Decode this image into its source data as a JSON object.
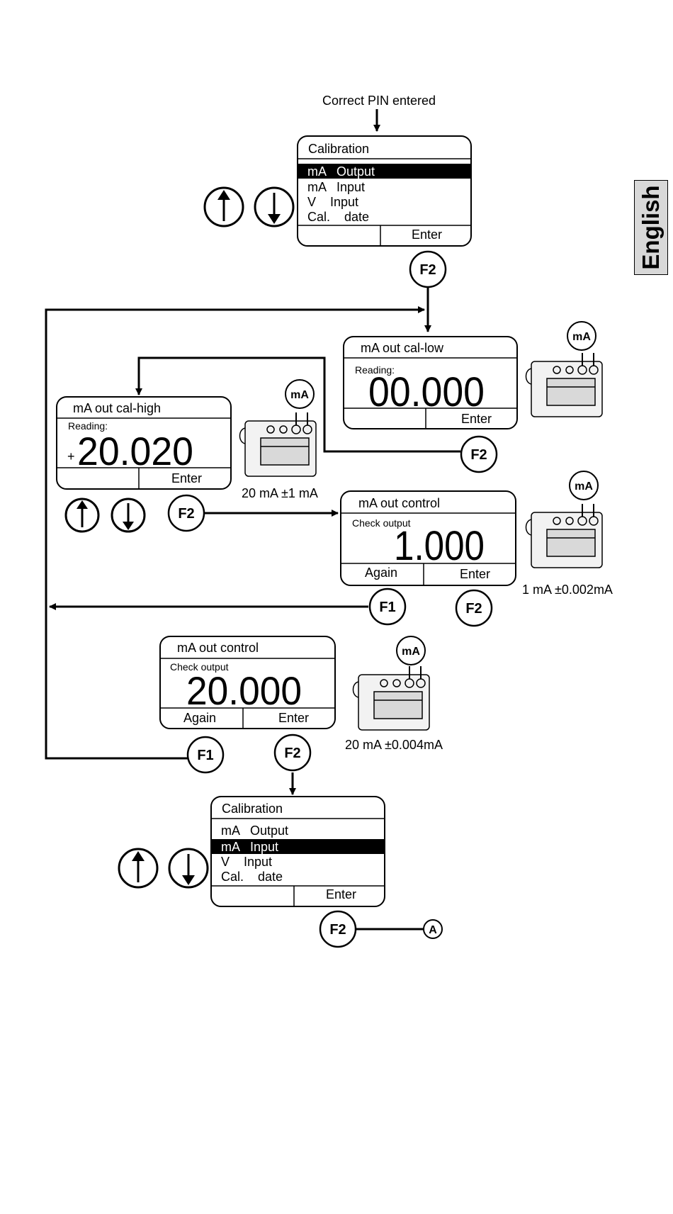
{
  "side_tab": "English",
  "start_label": "Correct PIN entered",
  "screens": {
    "calibration_top": {
      "title": "Calibration",
      "items": [
        "mA   Output",
        "mA   Input",
        "V    Input",
        "Cal.    date"
      ],
      "selected_index": 0,
      "softkey_right": "Enter"
    },
    "cal_low": {
      "title": "mA out cal-low",
      "reading_label": "Reading:",
      "value": "00.000",
      "softkey_right": "Enter"
    },
    "cal_high": {
      "title": "mA out cal-high",
      "reading_label": "Reading:",
      "sign": "+",
      "value": "20.020",
      "softkey_right": "Enter"
    },
    "control_1": {
      "title": "mA out control",
      "check_label": "Check output",
      "value": "1.000",
      "softkey_left": "Again",
      "softkey_right": "Enter"
    },
    "control_20": {
      "title": "mA out control",
      "check_label": "Check output",
      "value": "20.000",
      "softkey_left": "Again",
      "softkey_right": "Enter"
    },
    "calibration_bottom": {
      "title": "Calibration",
      "items": [
        "mA   Output",
        "mA   Input",
        "V    Input",
        "Cal.    date"
      ],
      "selected_index": 1,
      "softkey_right": "Enter"
    }
  },
  "keys": {
    "f1": "F1",
    "f2": "F2",
    "ma": "mA",
    "connector": "A"
  },
  "tolerances": {
    "cal_high": "20 mA ±1 mA",
    "control_1": "1 mA ±0.002mA",
    "control_20": "20 mA ±0.004mA"
  },
  "icons": {
    "up": "arrow-up-icon",
    "down": "arrow-down-icon"
  }
}
